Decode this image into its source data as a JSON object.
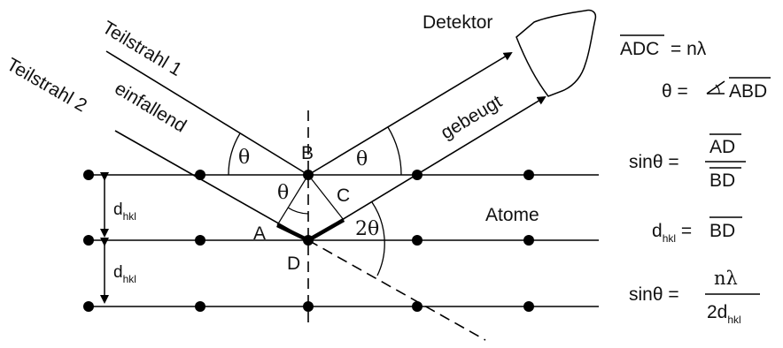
{
  "beams": {
    "ray1": "Teilstrahl 1",
    "ray2": "Teilstrahl 2",
    "incident": "einfallend",
    "diffracted": "gebeugt"
  },
  "detector": "Detektor",
  "atoms": "Atome",
  "points": {
    "A": "A",
    "B": "B",
    "C": "C",
    "D": "D"
  },
  "angles": {
    "theta": "θ",
    "two_theta": "2θ"
  },
  "spacing": {
    "d": "d",
    "sub": "hkl"
  },
  "equations": {
    "eq1": {
      "lhs": "ADC",
      "rhs": "= nλ"
    },
    "eq2": {
      "lhs": "θ =",
      "rhs": "ABD"
    },
    "eq3": {
      "lhs": "sinθ =",
      "num": "AD",
      "den": "BD"
    },
    "eq4": {
      "lhs": "d",
      "sub": "hkl",
      "rhs": "BD"
    },
    "eq5": {
      "lhs": "sinθ =",
      "num": "nλ",
      "den_main": "2d",
      "den_sub": "hkl"
    }
  }
}
